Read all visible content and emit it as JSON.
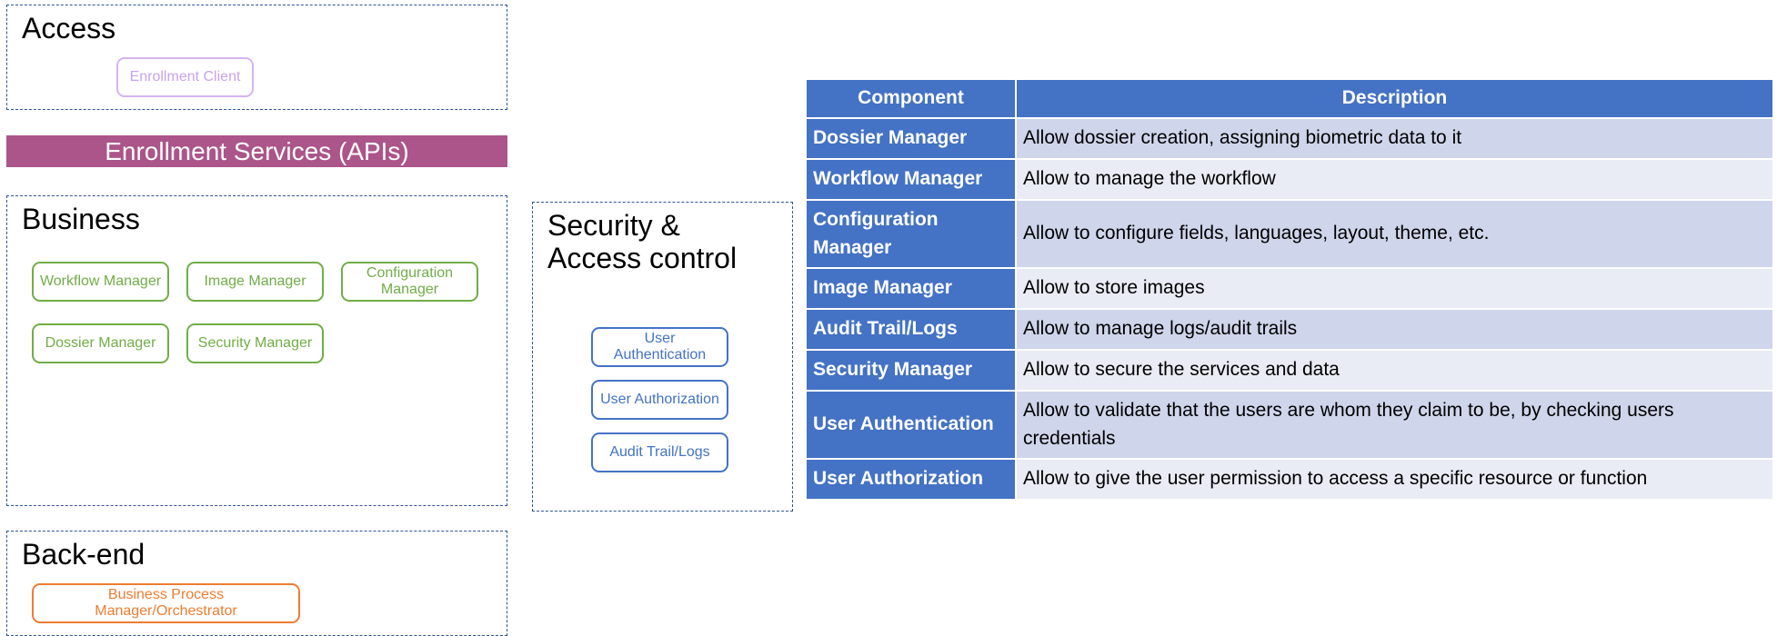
{
  "access": {
    "title": "Access",
    "items": [
      "Enrollment Client"
    ]
  },
  "banner": {
    "label": "Enrollment Services (APIs)"
  },
  "business": {
    "title": "Business",
    "items": [
      "Workflow Manager",
      "Image Manager",
      "Configuration Manager",
      "Dossier Manager",
      "Security Manager"
    ]
  },
  "backend": {
    "title": "Back-end",
    "items": [
      "Business Process Manager/Orchestrator"
    ]
  },
  "security": {
    "title_line1": "Security &",
    "title_line2": "Access control",
    "items": [
      "User Authentication",
      "User Authorization",
      "Audit Trail/Logs"
    ]
  },
  "table": {
    "headers": [
      "Component",
      "Description"
    ],
    "rows": [
      {
        "component": "Dossier Manager",
        "description": "Allow dossier creation, assigning biometric data to it"
      },
      {
        "component": "Workflow Manager",
        "description": "Allow to manage the workflow"
      },
      {
        "component": "Configuration Manager",
        "description": "Allow to configure fields, languages, layout, theme, etc."
      },
      {
        "component": "Image Manager",
        "description": "Allow to store images"
      },
      {
        "component": "Audit Trail/Logs",
        "description": "Allow to manage logs/audit trails"
      },
      {
        "component": "Security Manager",
        "description": "Allow to secure the services and data"
      },
      {
        "component": "User Authentication",
        "description": "Allow to validate that the users are whom they claim to be, by checking users credentials"
      },
      {
        "component": "User Authorization",
        "description": "Allow to give the user permission to access a specific resource or function"
      }
    ]
  },
  "colors": {
    "section_border": "#2f5496",
    "banner": "#ab558a",
    "header": "#4472c4",
    "row_odd": "#cfd5ea",
    "row_even": "#e9ebf5",
    "business_pill": "#70ad47",
    "security_pill": "#4472c4",
    "backend_pill": "#ed7d31",
    "access_pill": "#d7b4f0"
  }
}
